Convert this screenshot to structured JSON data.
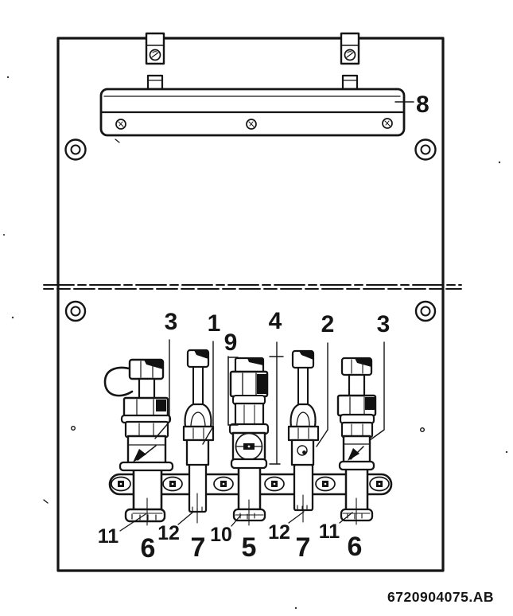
{
  "figure": {
    "reference_code": "6720904075.AB",
    "bar_callout": "8",
    "upper_callouts": [
      "3",
      "1",
      "9",
      "4",
      "2",
      "3"
    ],
    "lower_callouts": [
      "11",
      "6",
      "12",
      "7",
      "10",
      "5",
      "12",
      "7",
      "11",
      "6"
    ],
    "ink_color": "#151515",
    "background_color": "#ffffff"
  }
}
